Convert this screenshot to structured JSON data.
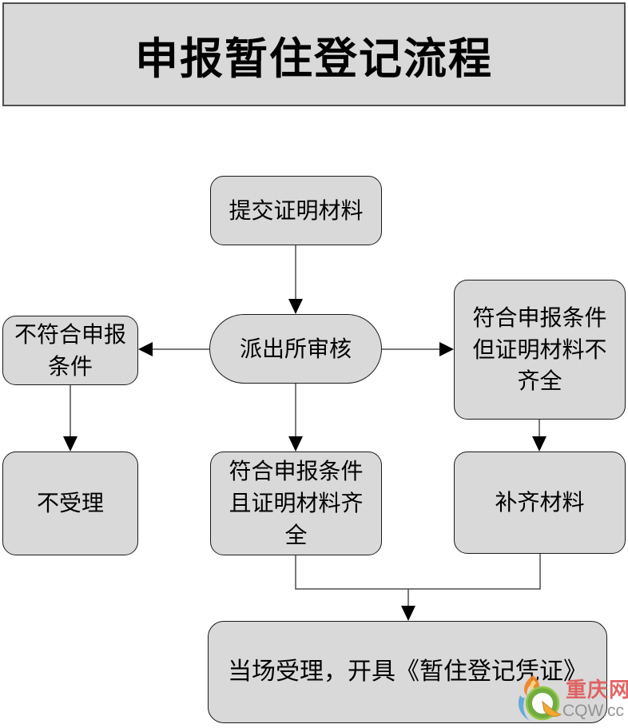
{
  "title": {
    "text": "申报暂住登记流程"
  },
  "nodes": {
    "submit": {
      "label": "提交证明材料"
    },
    "review": {
      "label": "派出所审核"
    },
    "not_meet": {
      "label": "不符合申报\n条件"
    },
    "meet_incomplete": {
      "label": "符合申报条件\n但证明材料不\n齐全"
    },
    "not_accepted": {
      "label": "不受理"
    },
    "meet_complete": {
      "label": "符合申报条件\n且证明材料齐\n全"
    },
    "supplement": {
      "label": "补齐材料"
    },
    "final": {
      "label": "当场受理，开具《暂住登记凭证》"
    }
  },
  "watermark": {
    "site_name": "重庆网",
    "site_url": "CQW.cc"
  },
  "colors": {
    "background": "#ffffff",
    "box_fill": "#d9d9d9",
    "box_border": "#1a1a1a",
    "title_border": "#4f4f4f",
    "connector_line": "#4d4d4d",
    "arrowhead": "#000000",
    "watermark_name": "#e05a5a",
    "watermark_url": "#8c8c8c"
  }
}
